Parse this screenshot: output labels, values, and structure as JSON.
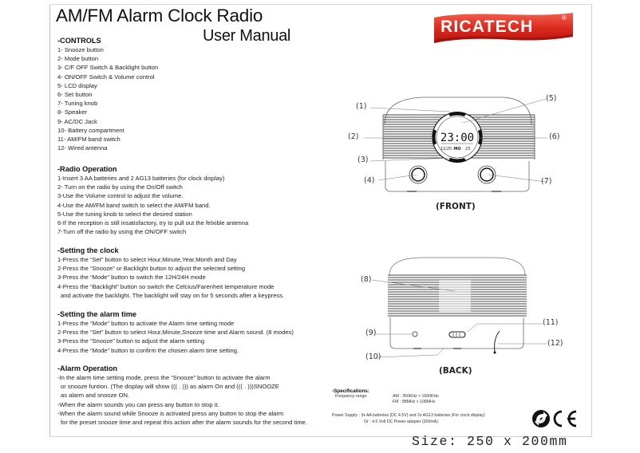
{
  "header": {
    "title": "AM/FM Alarm Clock Radio",
    "subtitle": "User Manual"
  },
  "brand": {
    "name": "RICATECH",
    "registered_mark": "®",
    "color": "#d8281f"
  },
  "sections": {
    "controls": {
      "heading": "-CONTROLS",
      "lines": [
        "1- Snooze button",
        "2- Mode button",
        "3- C/F OFF Switch & Backlight button",
        "4- ON/OFF Switch & Volume control",
        "5- LCD display",
        "6- Set button",
        "7- Tuning knob",
        "8- Speaker",
        "9- AC/DC Jack",
        "10- Battery compartment",
        "11- AM/FM band switch",
        "12- Wired antenna"
      ]
    },
    "radio_operation": {
      "heading": "-Radio Operation",
      "lines": [
        "1-Insert 3 AA batteries and 2 AG13 batteries (for clock display)",
        "2- Turn on the radio by using the On/Off switch",
        "3-Use the Volume control to adjust the volume.",
        "4-Use the AM/FM band switch to select the AM/FM band.",
        "5-Use the tuning knob to select the desired station",
        "6-If the reception is still insatisfactory, try to pull out the felxible antenna",
        "7-Turn off the radio by using the ON/OFF switch"
      ]
    },
    "setting_clock": {
      "heading": "-Setting the clock",
      "lines": [
        "1-Press the “Set” button to select Hour,Minute,Year,Month and Day",
        "2-Press the “Snooze” or Backlight button to adjust the selected setting",
        "3-Press the “Mode” button to switch the 12H/24H mode",
        "4-Press the “Backlight” button so switch the Celcius/Farenheit temperature mode",
        "and activate the backlight. The backlight will stay on for 5 seconds after a keypress."
      ]
    },
    "setting_alarm": {
      "heading": "-Setting the alarm time",
      "lines": [
        "1-Press the “Mode” button to activate the Alarm time setting mode",
        "2-Press the “Set” button to select Hour,Minute,Snooze time and Alarm sound. (8 modes)",
        "3-Press the “Snooze” button to adjust the alarm setting",
        "4-Press the “Mode” button to confirm the chosen alarm time setting."
      ]
    },
    "alarm_operation": {
      "heading": "-Alarm Operation",
      "lines": [
        "-In the alarm time setting mode, press the “Snooze” button to activate the alarm",
        "or snooze funtion. (The display will show ((( . ))) as alarm On and ((( . )))SNOOZE",
        "as alarm and snooze ON.",
        "-When the alarm sounds you can press any button to stop it.",
        "-When the alarm sound while Snooze is activated press any button to stop the alarm",
        "for the preset snooze time and repeat this action after the alarm sounds for the second time."
      ]
    }
  },
  "diagrams": {
    "front": {
      "caption": "(FRONT)",
      "display": {
        "time": "23:00",
        "date": "11/25",
        "day": "MO",
        "temp": "23"
      },
      "callouts": [
        "(1)",
        "(2)",
        "(3)",
        "(4)",
        "(5)",
        "(6)",
        "(7)"
      ]
    },
    "back": {
      "caption": "(BACK)",
      "callouts": [
        "(8)",
        "(9)",
        "(10)",
        "(11)",
        "(12)"
      ]
    }
  },
  "specifications": {
    "heading": "-Specifications:",
    "frequency_label": "Frequency range:",
    "am": "AM :  350KHz > 1600KHz",
    "fm": "FM :   88MHz > 108MHz",
    "power_supply": "Power Supply : 3x AA batteries (DC 4.5V) and 2x AG13 batteries (For clock display)",
    "power_alt": "Or : 4.5 Volt DC Power adapter (200mA)"
  },
  "certifications": {
    "recycle_icon": "green-dot-icon",
    "ce_mark": "CE"
  },
  "footer": {
    "size": "Size: 250 x 200mm"
  }
}
